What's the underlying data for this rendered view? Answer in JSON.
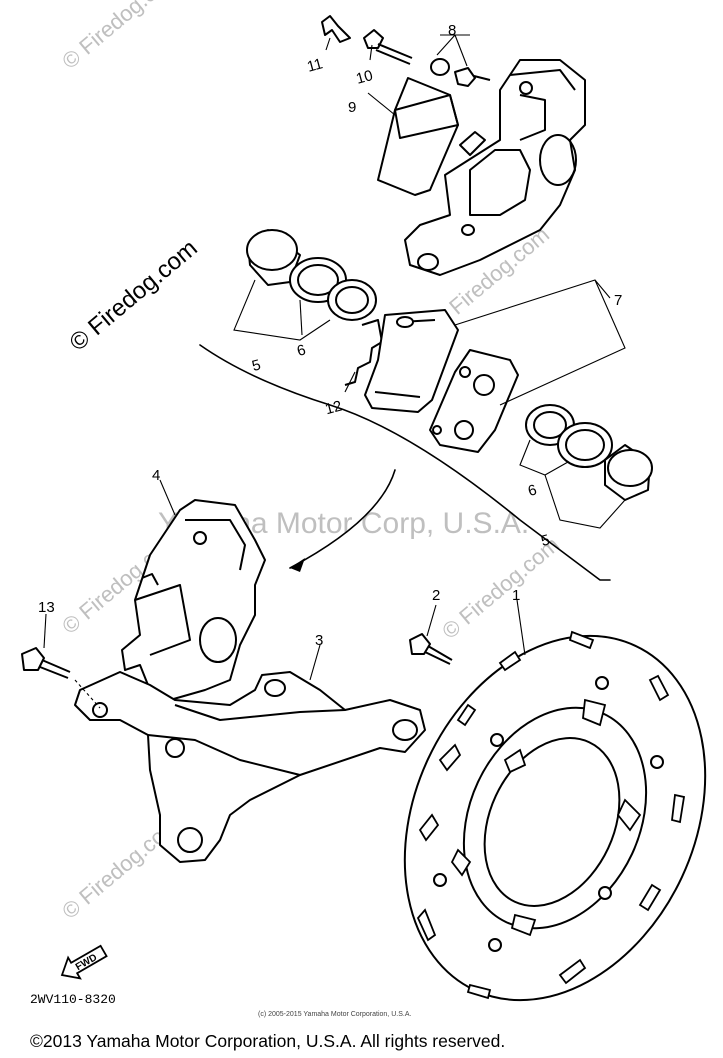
{
  "watermarks": {
    "main": "Yamaha Motor Corp, U.S.A.",
    "site": "© Firedog.com",
    "site_short": "Firedog.com"
  },
  "callouts": {
    "c1": "1",
    "c2": "2",
    "c3": "3",
    "c4": "4",
    "c5a": "5",
    "c5b": "5",
    "c6a": "6",
    "c6b": "6",
    "c7": "7",
    "c8": "8",
    "c9": "9",
    "c10": "10",
    "c11": "11",
    "c12": "12",
    "c13": "13"
  },
  "fwd_label": "FWD",
  "diagram_code": "2WV110-8320",
  "small_copyright": "(c) 2005-2015 Yamaha Motor Corporation, U.S.A.",
  "footer_copyright": "©2013 Yamaha Motor Corporation, U.S.A. All rights reserved."
}
